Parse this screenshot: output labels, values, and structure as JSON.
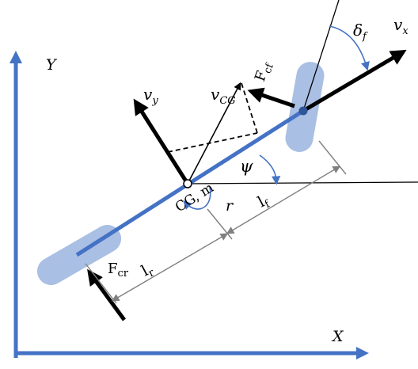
{
  "labels": {
    "axis_y": "Y",
    "axis_x": "X",
    "vx": {
      "main": "v",
      "sub": "x"
    },
    "vy": {
      "main": "v",
      "sub": "y"
    },
    "vcg": {
      "main": "v",
      "sub": "CG"
    },
    "delta_f": {
      "main": "δ",
      "sub": "f"
    },
    "fcf": {
      "main": "F",
      "sub": "cf"
    },
    "fcr": {
      "main": "F",
      "sub": "cr"
    },
    "psi": "ψ",
    "cg_m": "CG, m",
    "r": "r",
    "lf": {
      "main": "l",
      "sub": "f"
    },
    "lr": {
      "main": "l",
      "sub": "r"
    }
  },
  "colors": {
    "axis_blue": "#4472C4",
    "body_blue": "#4472C4",
    "wheel_fill": "#A9BFE3",
    "arc_blue": "#4472C4",
    "dimension_gray": "#808080",
    "arrow_black": "#000000"
  }
}
